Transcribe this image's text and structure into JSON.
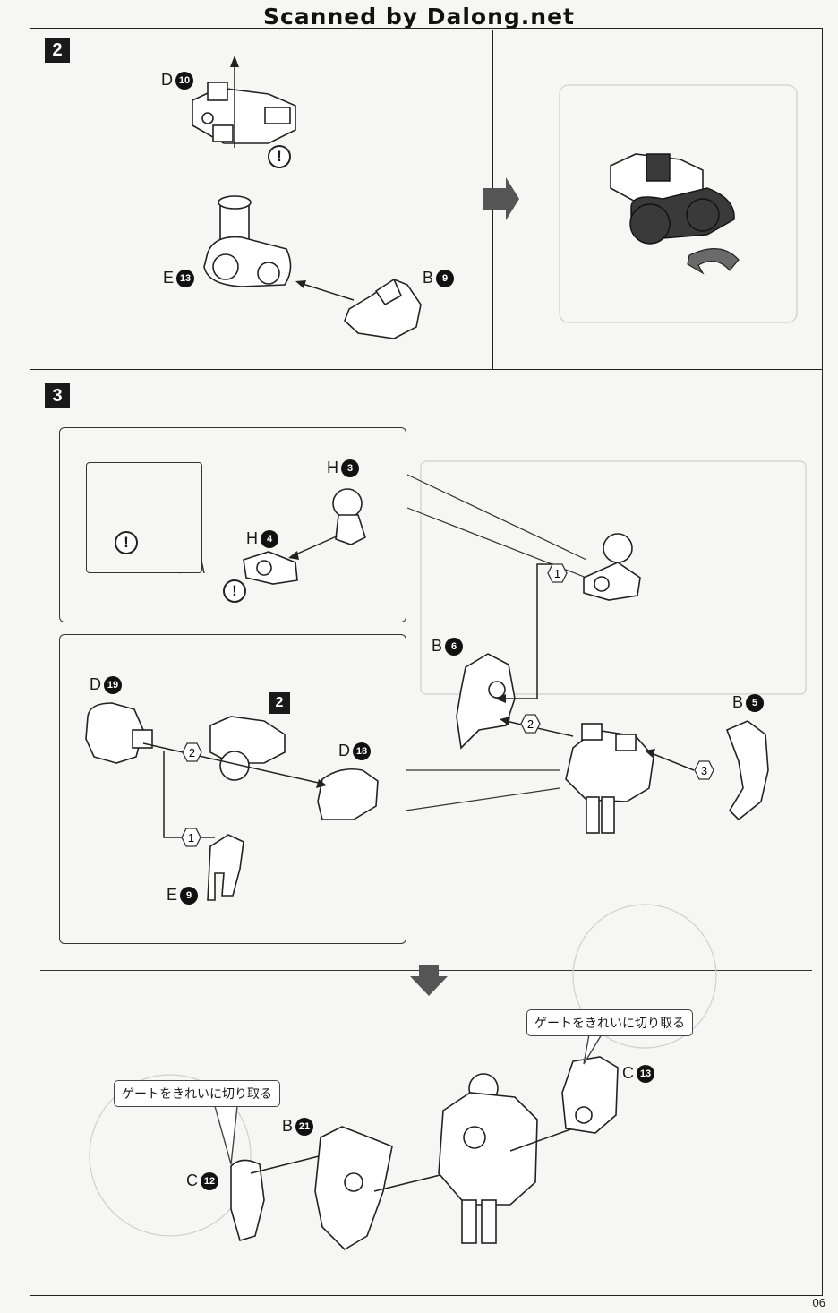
{
  "banner": "Scanned by Dalong.net",
  "steps": {
    "step2": {
      "number": "2"
    },
    "step3": {
      "number": "3"
    },
    "ref_step": "2"
  },
  "parts": {
    "d10": {
      "letter": "D",
      "num": "10"
    },
    "e13": {
      "letter": "E",
      "num": "13"
    },
    "b9": {
      "letter": "B",
      "num": "9"
    },
    "h3": {
      "letter": "H",
      "num": "3"
    },
    "h4": {
      "letter": "H",
      "num": "4"
    },
    "b6": {
      "letter": "B",
      "num": "6"
    },
    "b5": {
      "letter": "B",
      "num": "5"
    },
    "d19": {
      "letter": "D",
      "num": "19"
    },
    "d18": {
      "letter": "D",
      "num": "18"
    },
    "e9": {
      "letter": "E",
      "num": "9"
    },
    "c13": {
      "letter": "C",
      "num": "13"
    },
    "b21": {
      "letter": "B",
      "num": "21"
    },
    "c12": {
      "letter": "C",
      "num": "12"
    }
  },
  "order": {
    "one": "1",
    "two": "2",
    "three": "3"
  },
  "warning_symbol": "!",
  "callouts": {
    "gate_right": "ゲートをきれいに切り取る",
    "gate_left": "ゲートをきれいに切り取る"
  },
  "page_number": "06",
  "icons": [
    "warning-icon",
    "next-step-arrow-icon",
    "rotate-arrow-icon",
    "down-arrow-icon"
  ]
}
